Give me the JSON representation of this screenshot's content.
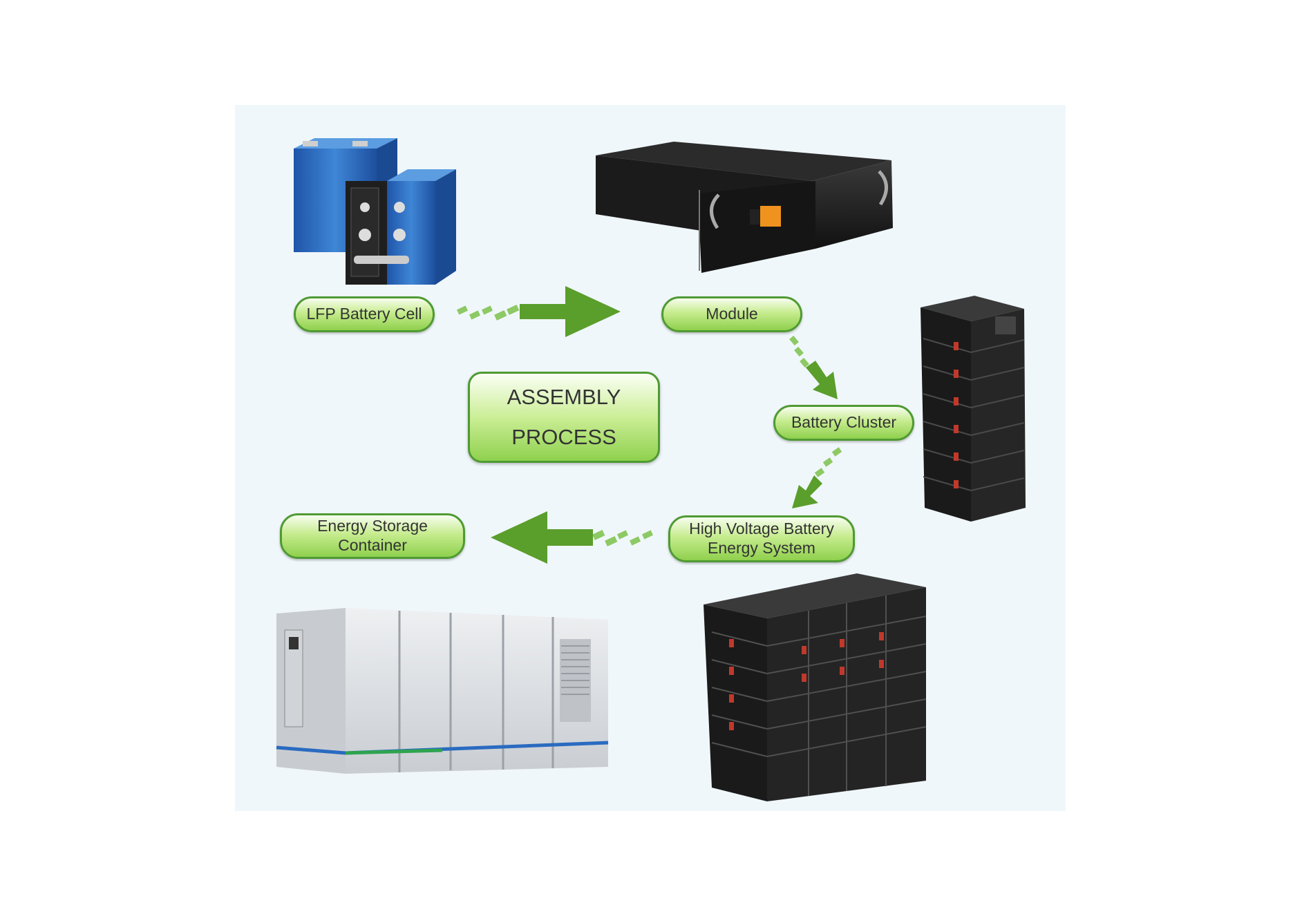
{
  "stages": {
    "cell": "LFP Battery Cell",
    "module": "Module",
    "cluster": "Battery Cluster",
    "hv_line1": "High Voltage Battery",
    "hv_line2": "Energy System",
    "container_line1": "Energy Storage",
    "container_line2": "Container"
  },
  "center": {
    "line1": "ASSEMBLY",
    "line2": "PROCESS"
  },
  "colors": {
    "arrow": "#5a9e2c",
    "pill_border": "#4f9a33",
    "battery_blue": "#2f6fc0",
    "rack_black": "#1c1c1c",
    "container_grey": "#d9dde2"
  },
  "flow": [
    {
      "from": "LFP Battery Cell",
      "to": "Module"
    },
    {
      "from": "Module",
      "to": "Battery Cluster"
    },
    {
      "from": "Battery Cluster",
      "to": "High Voltage Battery Energy System"
    },
    {
      "from": "High Voltage Battery Energy System",
      "to": "Energy Storage Container"
    }
  ]
}
